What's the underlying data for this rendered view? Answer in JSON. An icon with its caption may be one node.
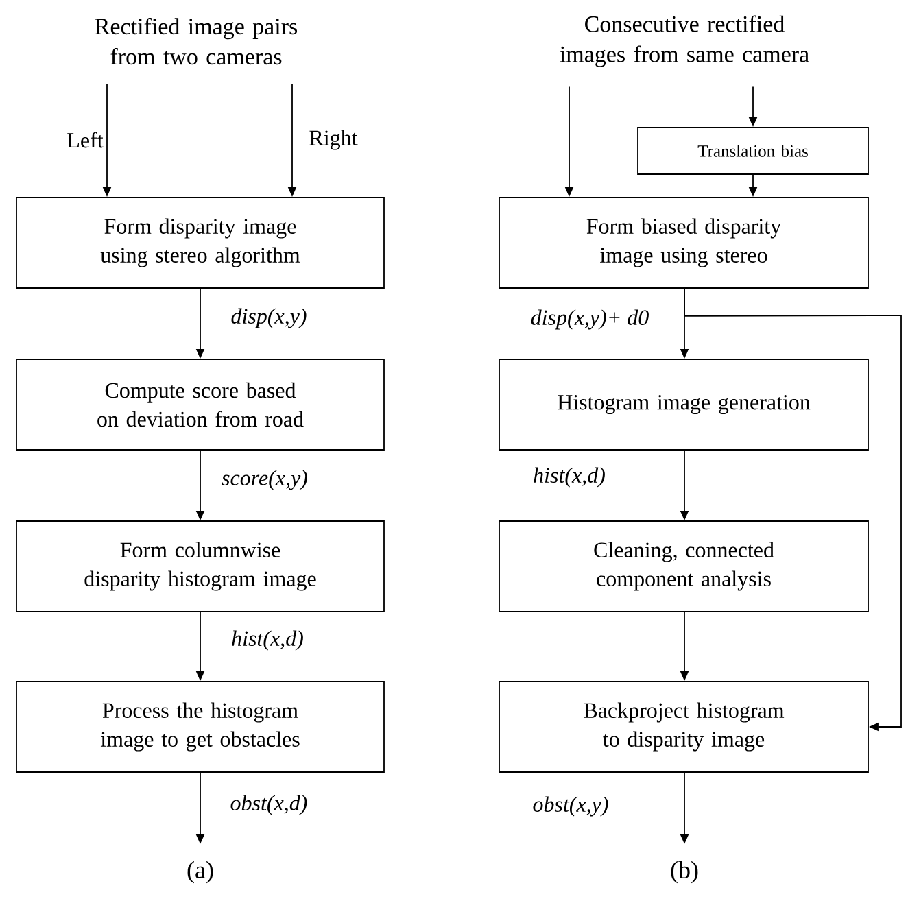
{
  "diagram": {
    "nodes": [
      {
        "text": [
          "Rectified image pairs from two cameras"
        ]
      },
      {
        "text": [
          "Form disparity image using stereo algorithm"
        ]
      },
      {
        "text": [
          "Compute score based on deviation from road"
        ]
      },
      {
        "text": [
          "Form columnwise disparity histogram image"
        ]
      },
      {
        "text": [
          "Process the histogram image to get obstacles"
        ]
      },
      {
        "text": [
          "Consecutive rectified images from same camera"
        ]
      },
      {
        "text": [
          "Translation bias"
        ]
      },
      {
        "text": [
          "Form biased disparity image using stereo"
        ]
      },
      {
        "text": [
          "Histogram image generation"
        ]
      },
      {
        "text": [
          "Cleaning, connected component analysis"
        ]
      },
      {
        "text": [
          "Backproject histogram to disparity image"
        ]
      }
    ],
    "edges": [
      {
        "from": 0,
        "to": 1,
        "arrow": "to",
        "label": "Left"
      },
      {
        "from": 0,
        "to": 1,
        "arrow": "to",
        "label": "Right"
      },
      {
        "from": 1,
        "to": 2,
        "arrow": "to",
        "label": "disp(x,y)"
      },
      {
        "from": 2,
        "to": 3,
        "arrow": "to",
        "label": "score(x,y)"
      },
      {
        "from": 3,
        "to": 4,
        "arrow": "to",
        "label": "hist(x,d)"
      },
      {
        "from": 4,
        "to": null,
        "arrow": "to",
        "label": "obst(x,d)"
      },
      {
        "from": 5,
        "to": 7,
        "arrow": "to"
      },
      {
        "from": 5,
        "to": 6,
        "arrow": "to"
      },
      {
        "from": 6,
        "to": 7,
        "arrow": "to"
      },
      {
        "from": 7,
        "to": 8,
        "arrow": "to",
        "label": "disp(x,y)+ d0"
      },
      {
        "from": 7,
        "to": 10,
        "arrow": "to"
      },
      {
        "from": 8,
        "to": 9,
        "arrow": "to",
        "label": "hist(x,d)"
      },
      {
        "from": 9,
        "to": 10,
        "arrow": "to"
      },
      {
        "from": 10,
        "to": null,
        "arrow": "to",
        "label": "obst(x,y)"
      }
    ],
    "labels": [
      "(a)",
      "(b)"
    ]
  }
}
